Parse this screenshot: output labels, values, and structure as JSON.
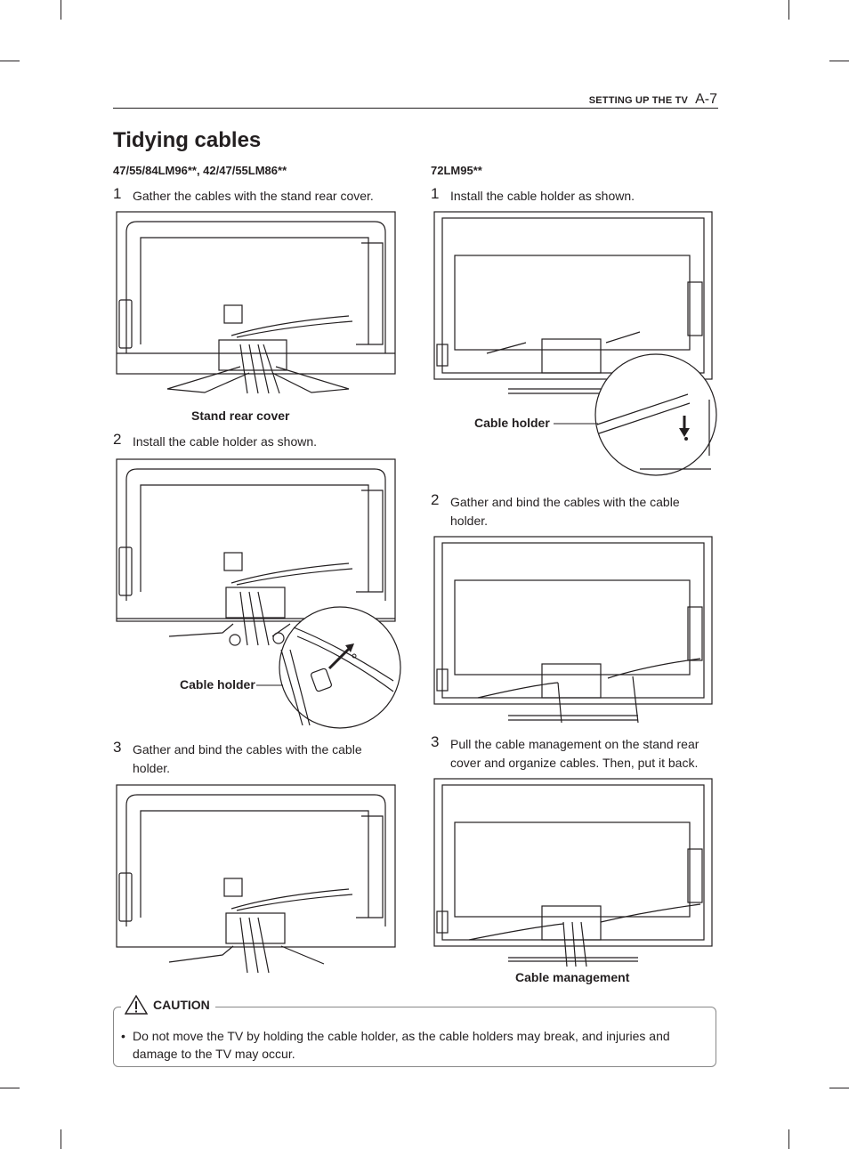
{
  "header": {
    "section": "SETTING UP THE TV",
    "page": "A-7"
  },
  "title": "Tidying cables",
  "left": {
    "models": "47/55/84LM96**, 42/47/55LM86**",
    "steps": [
      {
        "num": "1",
        "text": "Gather the cables with the stand rear cover."
      },
      {
        "num": "2",
        "text": "Install the cable holder as shown."
      },
      {
        "num": "3",
        "line1": "Gather and bind the cables with the cable",
        "line2": "holder."
      }
    ],
    "captions": {
      "stand_rear_cover": "Stand rear cover",
      "cable_holder": "Cable holder"
    }
  },
  "right": {
    "models": "72LM95**",
    "steps": [
      {
        "num": "1",
        "text": "Install the cable holder as shown."
      },
      {
        "num": "2",
        "line1": "Gather and bind the cables with the cable",
        "line2": "holder."
      },
      {
        "num": "3",
        "line1": "Pull the cable management on the stand rear",
        "line2": "cover and organize cables. Then, put it back."
      }
    ],
    "captions": {
      "cable_holder": "Cable holder",
      "cable_management": "Cable management"
    }
  },
  "caution": {
    "label": "CAUTION",
    "text": "Do not move the TV by holding the cable holder, as the cable holders may break, and injuries and damage to the TV may occur."
  },
  "icons": {
    "warning": "warning-triangle-icon"
  }
}
